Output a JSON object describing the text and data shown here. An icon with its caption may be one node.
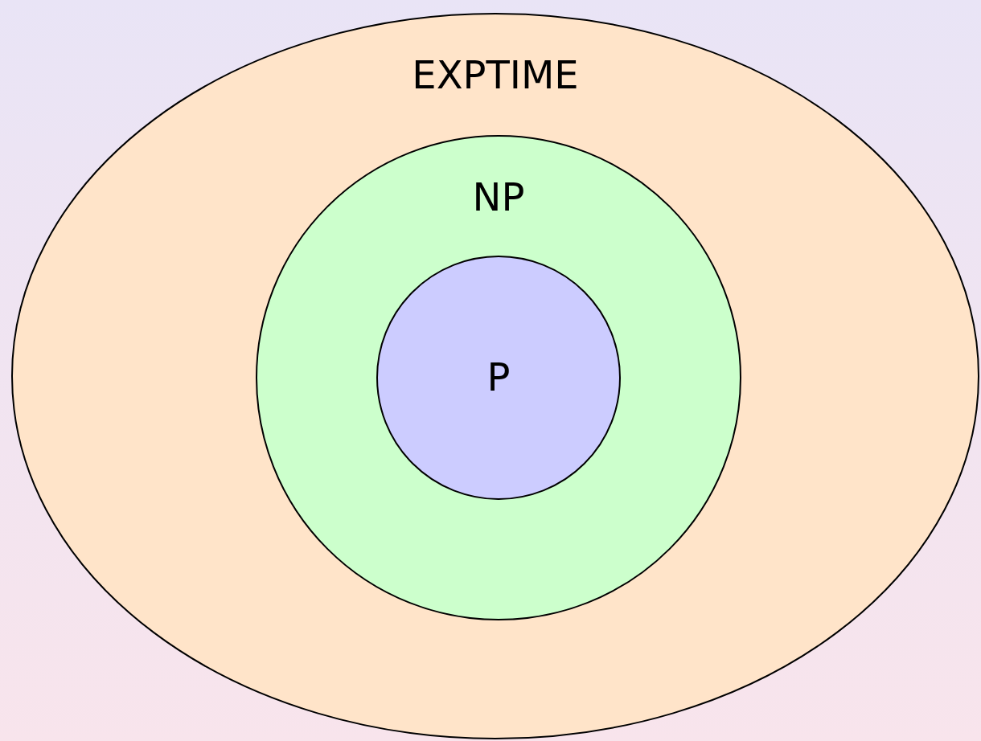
{
  "diagram": {
    "nodes": [
      {
        "text": [
          "EXPTIME"
        ]
      },
      {
        "text": [
          "NP"
        ],
        "in": 0
      },
      {
        "text": [
          "P"
        ],
        "in": 1
      }
    ]
  }
}
